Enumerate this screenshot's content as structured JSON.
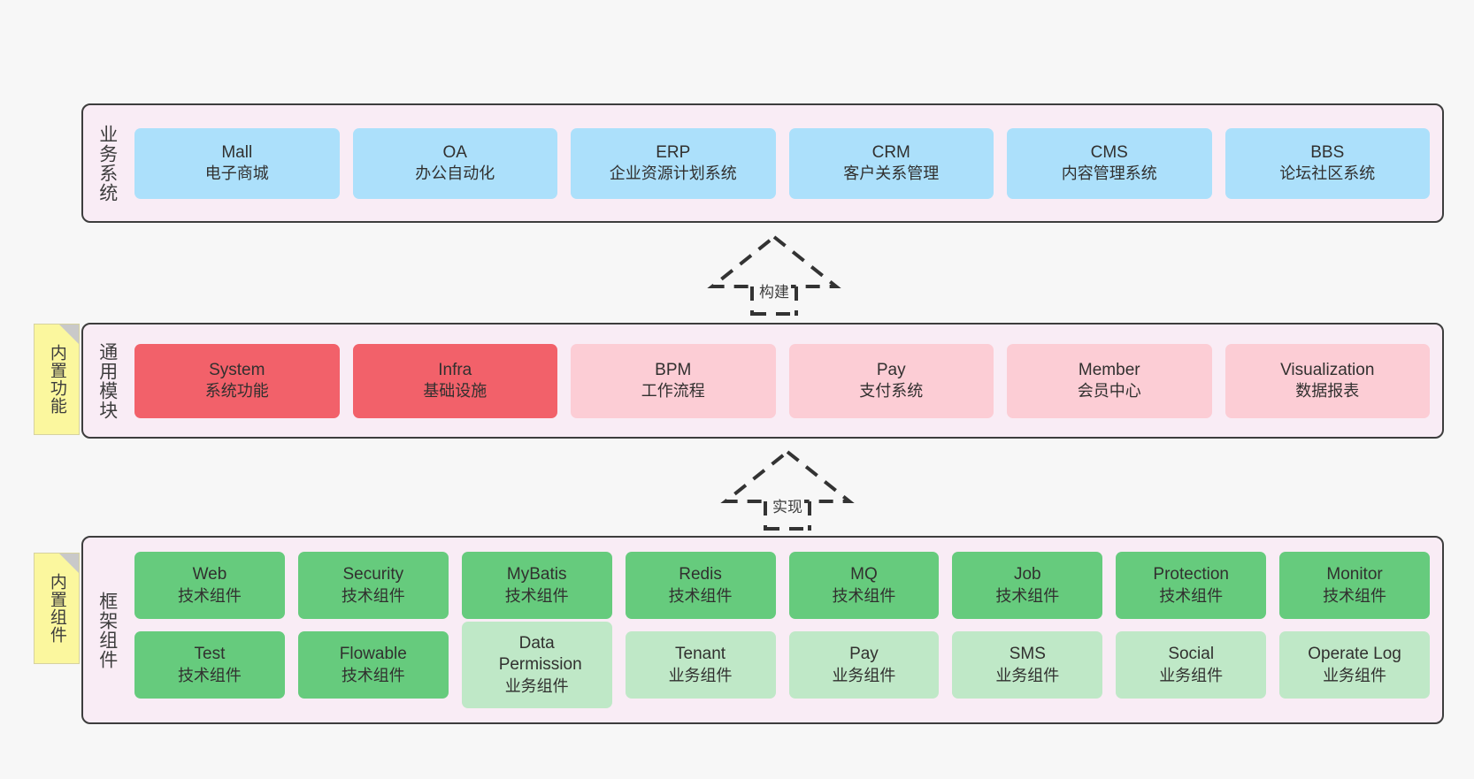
{
  "diagram": {
    "background_color": "#f7f7f7",
    "layer_fill": "#f9ecf5",
    "layer_border": "#3d3d3d"
  },
  "layers": [
    {
      "id": "business",
      "label": "业务系统",
      "color": "#ace0fb",
      "boxes": [
        {
          "en": "Mall",
          "cn": "电子商城"
        },
        {
          "en": "OA",
          "cn": "办公自动化"
        },
        {
          "en": "ERP",
          "cn": "企业资源计划系统"
        },
        {
          "en": "CRM",
          "cn": "客户关系管理"
        },
        {
          "en": "CMS",
          "cn": "内容管理系统"
        },
        {
          "en": "BBS",
          "cn": "论坛社区系统"
        }
      ]
    },
    {
      "id": "common",
      "label": "通用模块",
      "note": "内置功能",
      "boxes": [
        {
          "en": "System",
          "cn": "系统功能",
          "color": "#f2616a"
        },
        {
          "en": "Infra",
          "cn": "基础设施",
          "color": "#f2616a"
        },
        {
          "en": "BPM",
          "cn": "工作流程",
          "color": "#fccdd5"
        },
        {
          "en": "Pay",
          "cn": "支付系统",
          "color": "#fccdd5"
        },
        {
          "en": "Member",
          "cn": "会员中心",
          "color": "#fccdd5"
        },
        {
          "en": "Visualization",
          "cn": "数据报表",
          "color": "#fccdd5"
        }
      ]
    },
    {
      "id": "framework",
      "label": "框架组件",
      "note": "内置组件",
      "row1": [
        {
          "en": "Web",
          "cn": "技术组件",
          "color": "#66cb7d"
        },
        {
          "en": "Security",
          "cn": "技术组件",
          "color": "#66cb7d"
        },
        {
          "en": "MyBatis",
          "cn": "技术组件",
          "color": "#66cb7d"
        },
        {
          "en": "Redis",
          "cn": "技术组件",
          "color": "#66cb7d"
        },
        {
          "en": "MQ",
          "cn": "技术组件",
          "color": "#66cb7d"
        },
        {
          "en": "Job",
          "cn": "技术组件",
          "color": "#66cb7d"
        },
        {
          "en": "Protection",
          "cn": "技术组件",
          "color": "#66cb7d"
        },
        {
          "en": "Monitor",
          "cn": "技术组件",
          "color": "#66cb7d"
        }
      ],
      "row2": [
        {
          "en": "Test",
          "cn": "技术组件",
          "color": "#66cb7d"
        },
        {
          "en": "Flowable",
          "cn": "技术组件",
          "color": "#66cb7d"
        },
        {
          "en": "Data Permission",
          "cn": "业务组件",
          "color": "#bfe8c7"
        },
        {
          "en": "Tenant",
          "cn": "业务组件",
          "color": "#bfe8c7"
        },
        {
          "en": "Pay",
          "cn": "业务组件",
          "color": "#bfe8c7"
        },
        {
          "en": "SMS",
          "cn": "业务组件",
          "color": "#bfe8c7"
        },
        {
          "en": "Social",
          "cn": "业务组件",
          "color": "#bfe8c7"
        },
        {
          "en": "Operate Log",
          "cn": "业务组件",
          "color": "#bfe8c7"
        }
      ]
    }
  ],
  "connectors": [
    {
      "id": "build",
      "label": "构建"
    },
    {
      "id": "implement",
      "label": "实现"
    }
  ]
}
